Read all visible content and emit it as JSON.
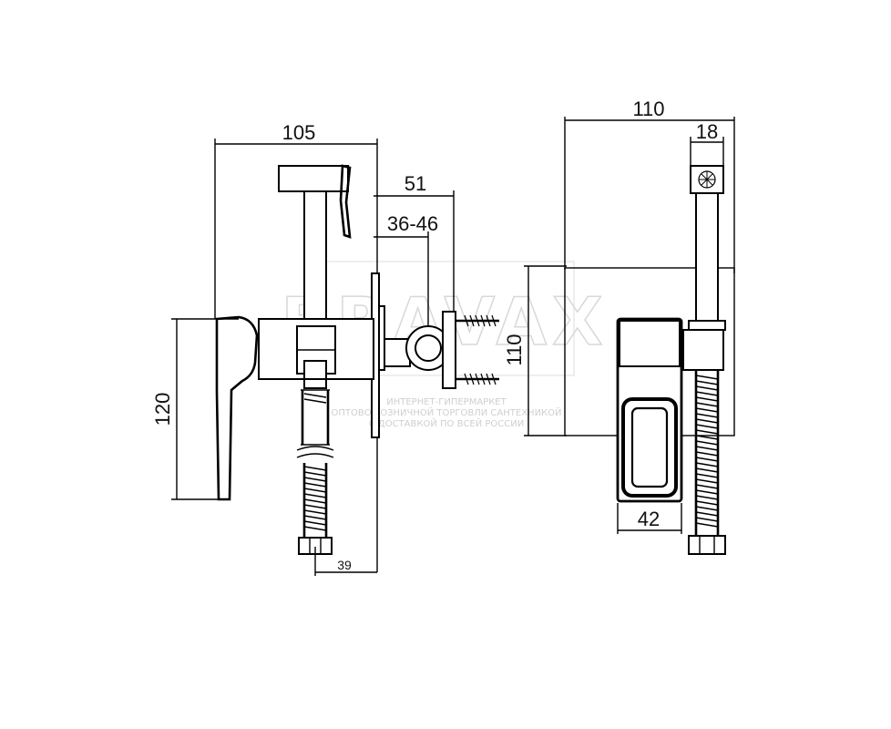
{
  "dimensions": {
    "side_total_width": "105",
    "bracket_depth": "51",
    "wall_range": "36-46",
    "side_height": "120",
    "pipe_offset": "39",
    "front_total_width": "110",
    "front_height": "110",
    "hose_width": "18",
    "body_width": "42"
  },
  "watermark": {
    "brand": "BRAVAX",
    "line1": "ИНТЕРНЕТ-ГИПЕРМАРКЕТ",
    "line2": "ОПТОВО-РОЗНИЧНОЙ ТОРГОВЛИ САНТЕХНИКОЙ",
    "line3": "С ДОСТАВКОЙ ПО ВСЕЙ РОССИИ"
  }
}
